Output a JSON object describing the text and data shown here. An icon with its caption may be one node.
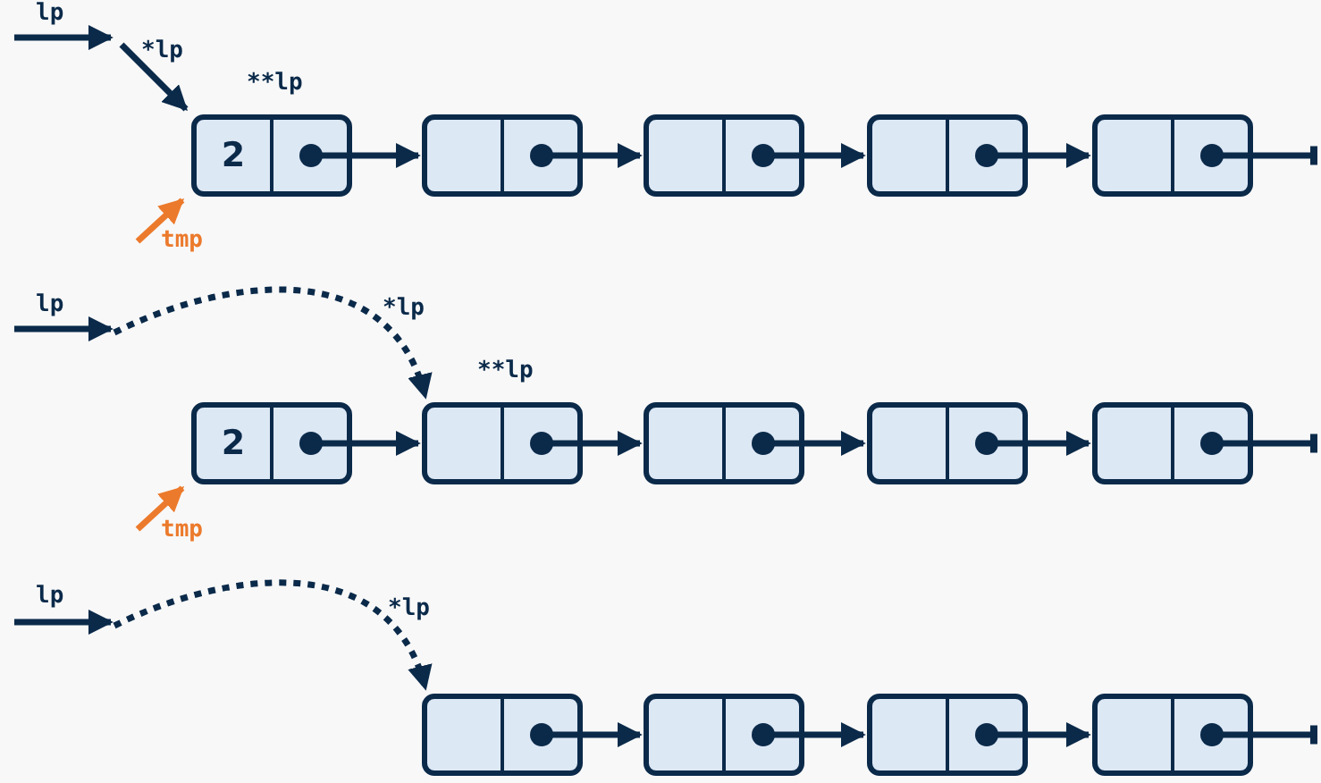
{
  "diagram": {
    "nodes": [
      {
        "text": [
          "2"
        ],
        "beside": [
          "**lp"
        ]
      },
      {
        "text": [],
        "shape": "box"
      },
      {
        "text": [],
        "shape": "box"
      },
      {
        "text": [],
        "shape": "box"
      },
      {
        "text": [],
        "shape": "box"
      },
      {
        "text": [
          "2"
        ]
      },
      {
        "text": [],
        "shape": "box",
        "beside": [
          "**lp"
        ]
      },
      {
        "text": [],
        "shape": "box"
      },
      {
        "text": [],
        "shape": "box"
      },
      {
        "text": [],
        "shape": "box"
      },
      {
        "text": [],
        "shape": "box"
      },
      {
        "text": [],
        "shape": "box"
      },
      {
        "text": [],
        "shape": "box"
      },
      {
        "text": [],
        "shape": "box"
      }
    ],
    "edges": [
      {
        "from": null,
        "to": 0,
        "arrow": "to",
        "label": "*lp"
      },
      {
        "from": null,
        "to": 0,
        "arrow": "to",
        "label": "tmp",
        "color": "#ec7a2c"
      },
      {
        "from": 0,
        "to": 1,
        "arrow": "to"
      },
      {
        "from": 1,
        "to": 2,
        "arrow": "to"
      },
      {
        "from": 2,
        "to": 3,
        "arrow": "to"
      },
      {
        "from": 3,
        "to": 4,
        "arrow": "to"
      },
      {
        "from": 4,
        "to": null,
        "arrow": "other"
      },
      {
        "from": null,
        "to": 6,
        "arrow": "to",
        "label": "*lp",
        "style": "dashed"
      },
      {
        "from": null,
        "to": 5,
        "arrow": "to",
        "label": "tmp",
        "color": "#ec7a2c"
      },
      {
        "from": 5,
        "to": 6,
        "arrow": "to"
      },
      {
        "from": 6,
        "to": 7,
        "arrow": "to"
      },
      {
        "from": 7,
        "to": 8,
        "arrow": "to"
      },
      {
        "from": 8,
        "to": 9,
        "arrow": "to"
      },
      {
        "from": 9,
        "to": null,
        "arrow": "other"
      },
      {
        "from": null,
        "to": 10,
        "arrow": "to",
        "label": "*lp",
        "style": "dashed"
      },
      {
        "from": 10,
        "to": 11,
        "arrow": "to"
      },
      {
        "from": 11,
        "to": 12,
        "arrow": "to"
      },
      {
        "from": 12,
        "to": 13,
        "arrow": "to"
      },
      {
        "from": 13,
        "to": null,
        "arrow": "other"
      }
    ],
    "labels": [
      "lp",
      "lp",
      "lp"
    ]
  }
}
